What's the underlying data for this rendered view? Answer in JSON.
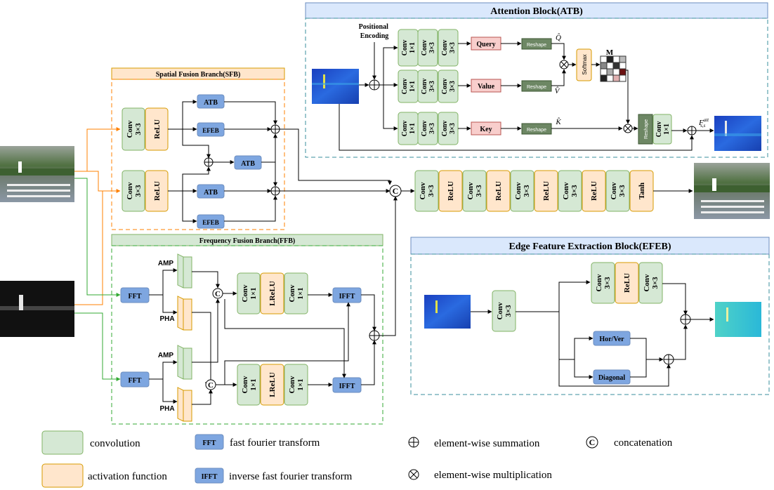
{
  "atb": {
    "title": "Attention Block(ATB)",
    "positional_encoding": [
      "Positional",
      "Encoding"
    ],
    "conv_1x1": [
      "Conv",
      "1×1"
    ],
    "conv_3x3": [
      "Conv",
      "3×3"
    ],
    "query": "Query",
    "value": "Value",
    "key": "Key",
    "reshape": "Reshape",
    "softmax": "Softmax",
    "m": "M",
    "q_hat": "Q̂",
    "v_hat": "V̂",
    "k_hat": "K̂",
    "f_out": "F",
    "f_sup": "att",
    "f_sub": "s,s"
  },
  "sfb": {
    "title": "Spatial Fusion Branch(SFB)",
    "conv": [
      "Conv",
      "3×3"
    ],
    "relu": "ReLU",
    "atb": "ATB",
    "efeb": "EFEB"
  },
  "ffb": {
    "title": "Frequency Fusion Branch(FFB)",
    "fft": "FFT",
    "ifft": "IFFT",
    "amp": "AMP",
    "pha": "PHA",
    "conv1x1": [
      "Conv",
      "1×1"
    ],
    "lrelu": "LReLU"
  },
  "main_chain": {
    "conv": [
      "Conv",
      "3×3"
    ],
    "relu": "ReLU",
    "tanh": "Tanh"
  },
  "efeb": {
    "title": "Edge Feature Extraction Block(EFEB)",
    "conv": [
      "Conv",
      "3×3"
    ],
    "relu": "ReLU",
    "horver": "Hor/Ver",
    "diagonal": "Diagonal"
  },
  "legend": {
    "convolution": "convolution",
    "activation": "activation function",
    "fft_tag": "FFT",
    "fft_desc": "fast fourier transform",
    "ifft_tag": "IFFT",
    "ifft_desc": "inverse fast fourier transform",
    "sum_desc": "element-wise summation",
    "concat_desc": "concatenation",
    "mult_desc": "element-wise multiplication"
  },
  "symbols": {
    "concat": "C"
  },
  "colors": {
    "green_fill": "#d5e8d4",
    "green_stroke": "#82b366",
    "orange_fill": "#ffe6cc",
    "orange_stroke": "#d79b00",
    "blue_fill": "#7ea6e0",
    "blue_stroke": "#6c8ebf",
    "pink_fill": "#f8cecc",
    "pink_stroke": "#b85450",
    "dark_green": "#6d8764",
    "header_blue": "#dae8fc",
    "orange_arrow": "#ff8000",
    "green_arrow": "#33aa33"
  }
}
